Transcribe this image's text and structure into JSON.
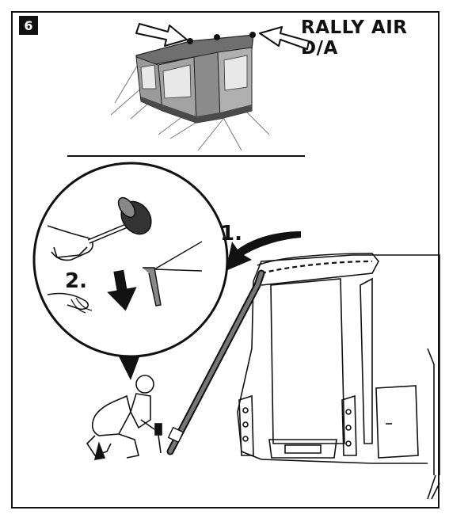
{
  "step": {
    "number": "6"
  },
  "header": {
    "title": "RALLY AIR D/A"
  },
  "instructions": {
    "step1_label": "1.",
    "step2_label": "2."
  },
  "icons": {
    "arrows": "pointer-arrow-icon",
    "hammer": "mallet-icon",
    "peg": "tent-peg-icon"
  },
  "colors": {
    "ink": "#111111",
    "tent_panel": "#8a8a8a",
    "tent_dark": "#555555",
    "background": "#ffffff"
  }
}
